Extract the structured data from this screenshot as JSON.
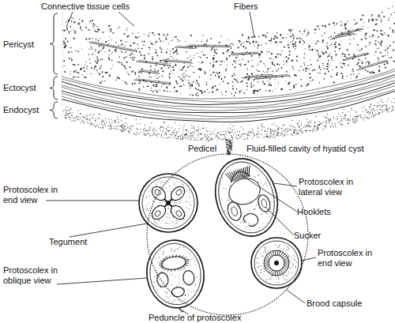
{
  "diagram": {
    "nodes": [
      {
        "text": [
          "Brood capsule"
        ]
      }
    ],
    "labels": [
      "Connective tissue cells",
      "Fibers",
      "Pericyst",
      "Ectocyst",
      "Endocyst",
      "Pedicel",
      "Fluid-filled cavity of hyatid cyst",
      "Protoscolex in lateral view",
      "Hooklets",
      "Protoscolex in end view",
      "Sucker",
      "Tegument",
      "Protoscolex in end view",
      "Protoscolex in oblique view",
      "Peduncle of protoscolex"
    ]
  }
}
